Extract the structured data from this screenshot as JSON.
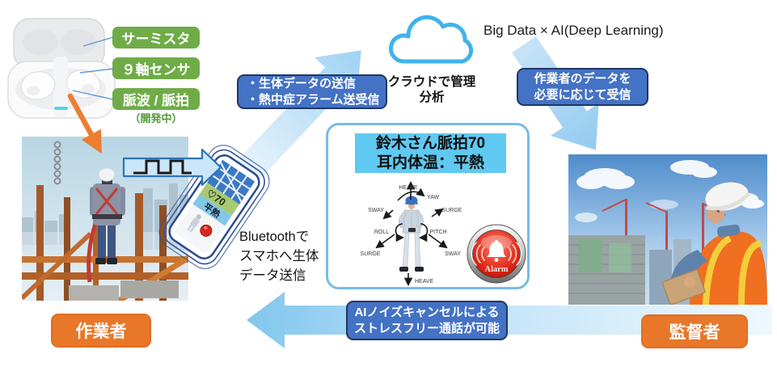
{
  "accent_colors": {
    "sensor_green": "#6FAC47",
    "info_blue": "#4472C4",
    "arrow_blue": "#9FD2F3",
    "role_orange": "#E8772A",
    "cloud_blue": "#3FB3EA",
    "header_band_blue": "#5FC9F2",
    "alarm_red": "#D5271D"
  },
  "earbuds": {
    "labels": [
      "サーミスタ",
      "９軸センサ",
      "脈波 / 脈拍"
    ],
    "dev_note": "（開発中）"
  },
  "phone": {
    "pulse_display": "♡70",
    "temp_display": "平熱",
    "note_line1": "Bluetoothで",
    "note_line2": "スマホへ生体",
    "note_line3": "データ送信"
  },
  "boxes": {
    "send": {
      "line1": "・生体データの送信",
      "line2": "・熱中症アラーム送受信"
    },
    "receive": {
      "line1": "作業者のデータを",
      "line2": "必要に応じて受信"
    },
    "call": {
      "line1": "AIノイズキャンセルによる",
      "line2": "ストレスフリー通話が可能"
    }
  },
  "cloud": {
    "caption_line1": "クラウドで管理",
    "caption_line2": "分析",
    "headline": "Big Data × AI(Deep Learning)"
  },
  "monitor": {
    "header_line1": "鈴木さん脈拍70",
    "header_line2": "耳内体温：平熱",
    "motion_labels": [
      "HEAVE",
      "YAW",
      "SWAY",
      "SURGE",
      "ROLL",
      "PITCH",
      "SURGE",
      "SWAY",
      "HEAVE"
    ],
    "alarm_label": "Alarm"
  },
  "roles": {
    "worker": "作業者",
    "supervisor": "監督者"
  }
}
